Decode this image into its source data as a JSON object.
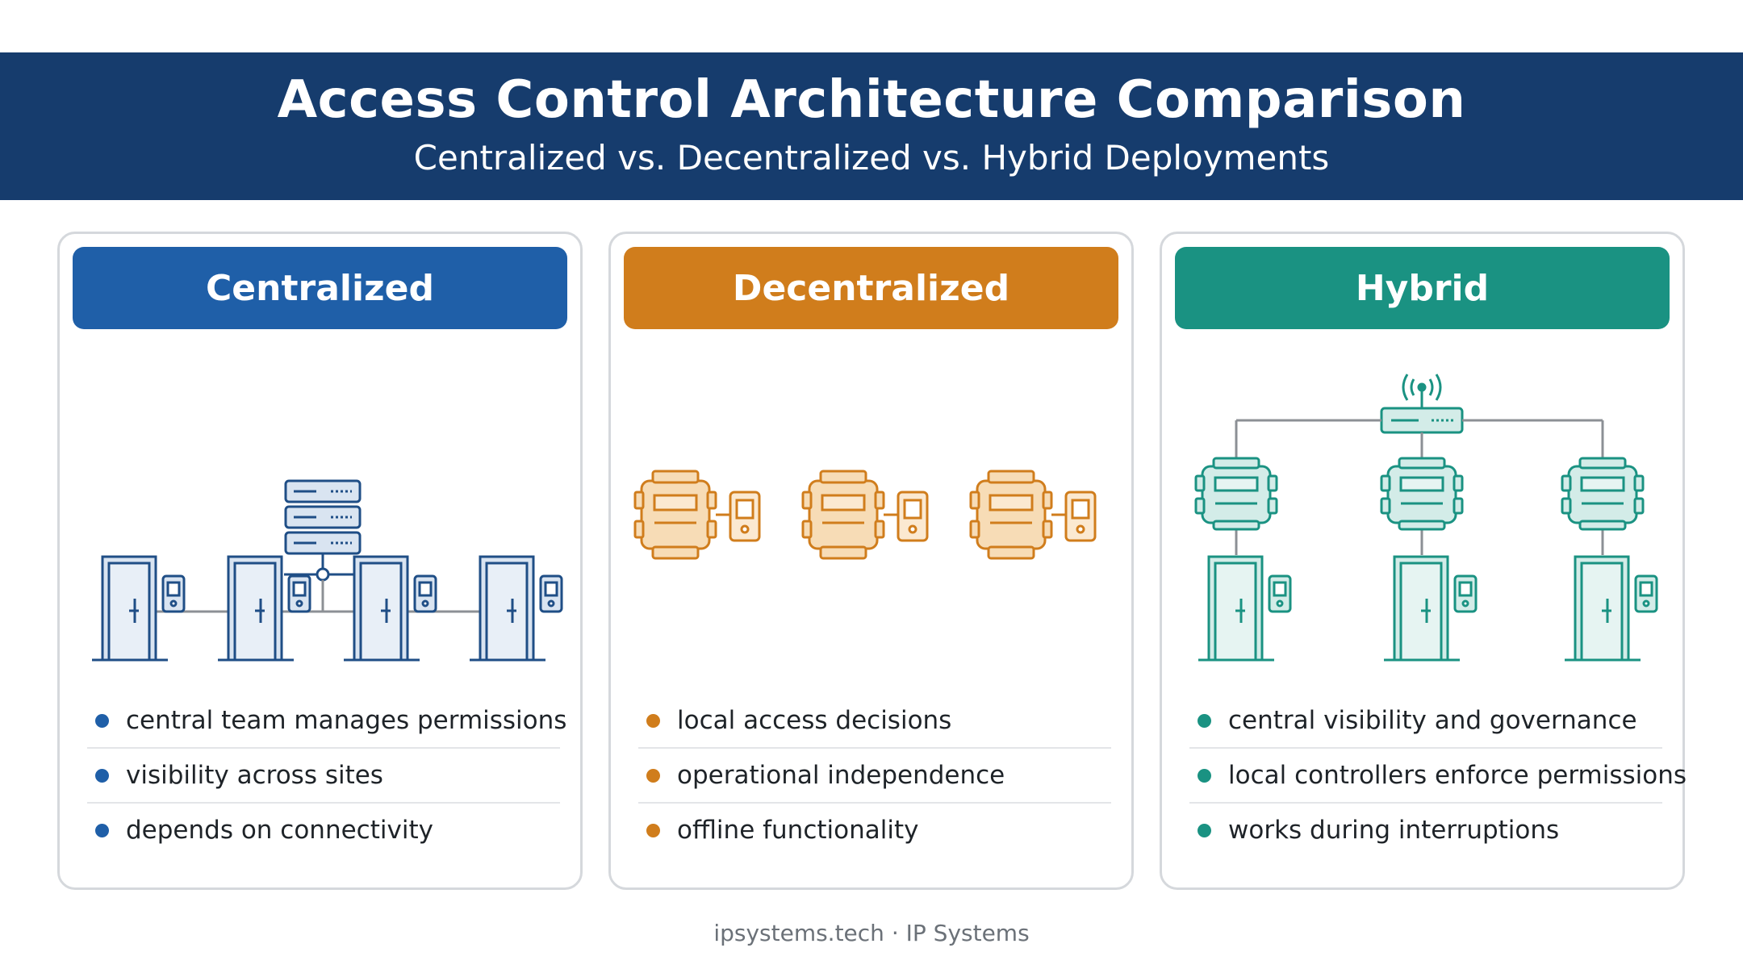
{
  "header": {
    "title": "Access Control Architecture Comparison",
    "subtitle": "Centralized vs. Decentralized vs. Hybrid Deployments"
  },
  "colors": {
    "banner": "#163c6d",
    "centralized": "#1f5fa8",
    "decentralized": "#d07d1c",
    "hybrid": "#1a9282"
  },
  "panels": [
    {
      "title": "Centralized",
      "bullets": [
        "central team manages permissions",
        "visibility across sites",
        "depends on connectivity"
      ]
    },
    {
      "title": "Decentralized",
      "bullets": [
        "local access decisions",
        "operational independence",
        "offline functionality"
      ]
    },
    {
      "title": "Hybrid",
      "bullets": [
        "central visibility and governance",
        "local controllers enforce permissions",
        "works during interruptions"
      ]
    }
  ],
  "footer": {
    "text": "ipsystems.tech · IP Systems"
  }
}
